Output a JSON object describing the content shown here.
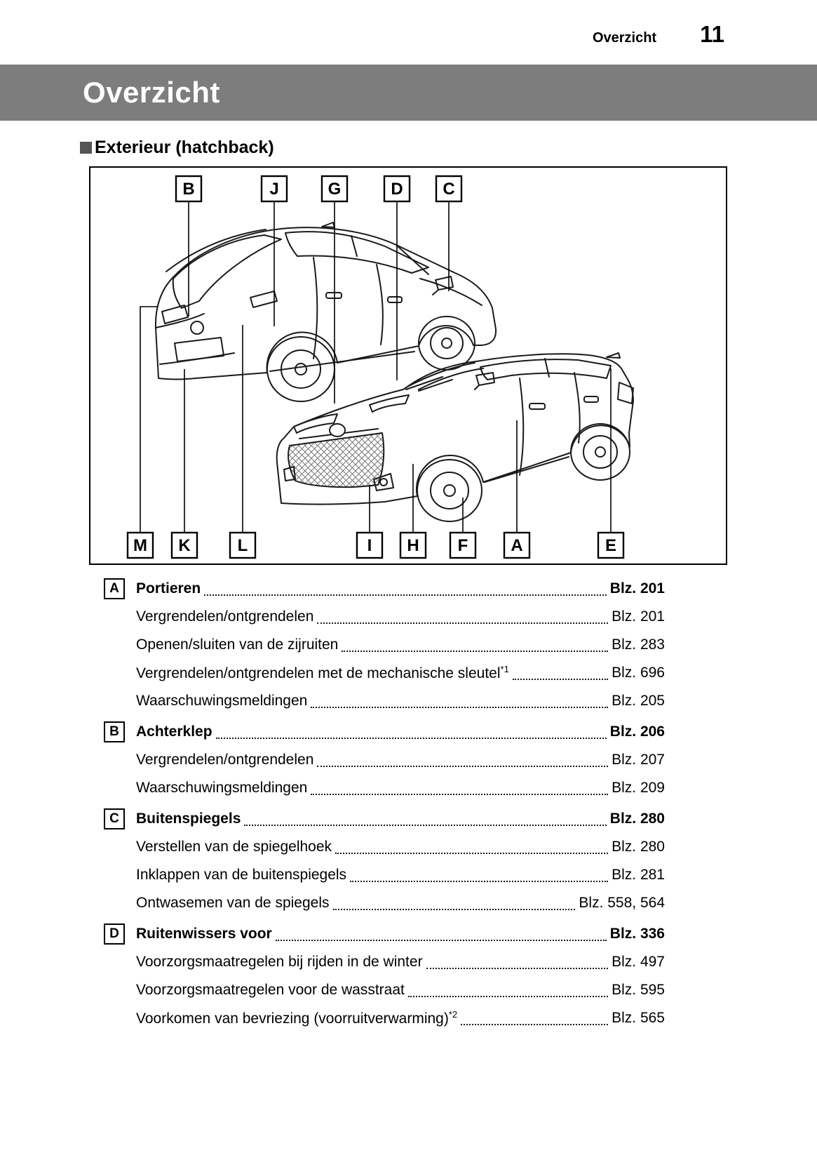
{
  "header": {
    "running_title": "Overzicht",
    "page_number": "11"
  },
  "banner": {
    "title": "Overzicht"
  },
  "section": {
    "title": "Exterieur (hatchback)"
  },
  "diagram": {
    "description": "exterior-hatchback-callout-diagram",
    "top_labels": [
      "B",
      "J",
      "G",
      "D",
      "C"
    ],
    "bottom_labels": [
      "M",
      "K",
      "L",
      "I",
      "H",
      "F",
      "A",
      "E"
    ]
  },
  "toc": {
    "sections": [
      {
        "letter": "A",
        "title": "Portieren",
        "page": "Blz. 201",
        "items": [
          {
            "label": "Vergrendelen/ontgrendelen",
            "page": "Blz. 201"
          },
          {
            "label": "Openen/sluiten van de zijruiten",
            "page": "Blz. 283"
          },
          {
            "label": "Vergrendelen/ontgrendelen met de mechanische sleutel",
            "sup": "*1",
            "page": "Blz. 696"
          },
          {
            "label": "Waarschuwingsmeldingen",
            "page": "Blz. 205"
          }
        ]
      },
      {
        "letter": "B",
        "title": "Achterklep",
        "page": "Blz. 206",
        "items": [
          {
            "label": "Vergrendelen/ontgrendelen",
            "page": "Blz. 207"
          },
          {
            "label": "Waarschuwingsmeldingen",
            "page": "Blz. 209"
          }
        ]
      },
      {
        "letter": "C",
        "title": "Buitenspiegels",
        "page": "Blz. 280",
        "items": [
          {
            "label": "Verstellen van de spiegelhoek",
            "page": "Blz. 280"
          },
          {
            "label": "Inklappen van de buitenspiegels",
            "page": "Blz. 281"
          },
          {
            "label": "Ontwasemen van de spiegels",
            "page": "Blz. 558, 564"
          }
        ]
      },
      {
        "letter": "D",
        "title": "Ruitenwissers voor",
        "page": "Blz. 336",
        "items": [
          {
            "label": "Voorzorgsmaatregelen bij rijden in de winter",
            "page": "Blz. 497"
          },
          {
            "label": "Voorzorgsmaatregelen voor de wasstraat",
            "page": "Blz. 595"
          },
          {
            "label": "Voorkomen van bevriezing (voorruitverwarming)",
            "sup": "*2",
            "page": "Blz. 565"
          }
        ]
      }
    ]
  },
  "colors": {
    "banner_bg": "#7d7d7d",
    "text": "#000000",
    "line_art": "#1a1a1a"
  }
}
